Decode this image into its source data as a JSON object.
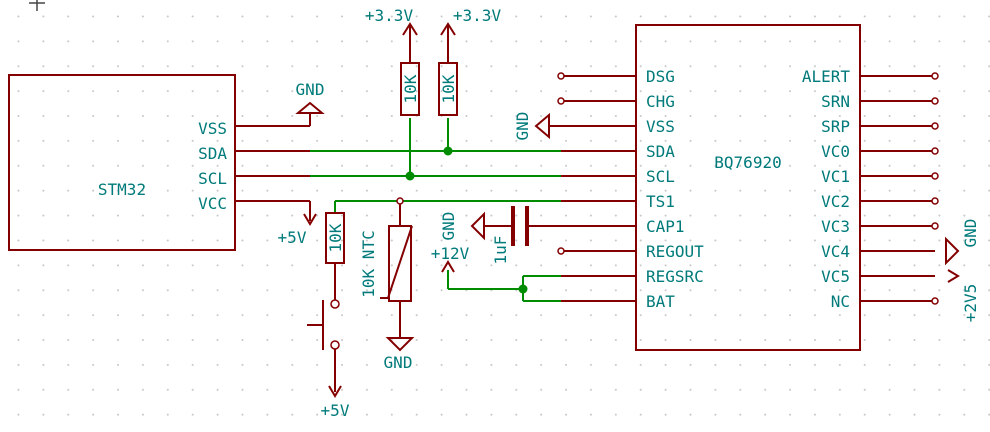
{
  "stm32": {
    "name": "STM32",
    "pins": [
      "VSS",
      "SDA",
      "SCL",
      "VCC"
    ]
  },
  "bq": {
    "name": "BQ76920",
    "left_pins": [
      "DSG",
      "CHG",
      "VSS",
      "SDA",
      "SCL",
      "TS1",
      "CAP1",
      "REGOUT",
      "REGSRC",
      "BAT"
    ],
    "right_pins": [
      "ALERT",
      "SRN",
      "SRP",
      "VC0",
      "VC1",
      "VC2",
      "VC3",
      "VC4",
      "VC5",
      "NC"
    ]
  },
  "resistors": {
    "r1": "10K",
    "r2": "10K",
    "r3": "10K"
  },
  "ntc": "10K NTC",
  "capacitor": "1uF",
  "power": {
    "v33_a": "+3.3V",
    "v33_b": "+3.3V",
    "gnd_stm": "GND",
    "gnd_bq_vss": "GND",
    "gnd_cap": "GND",
    "gnd_ntc": "GND",
    "gnd_vc4": "GND",
    "p5v_top": "+5V",
    "p5v_bottom": "+5V",
    "p12v": "+12V",
    "p2v5": "+2V5"
  },
  "colors": {
    "wire": "#008c00",
    "body": "#840000",
    "text": "#007a7a"
  }
}
